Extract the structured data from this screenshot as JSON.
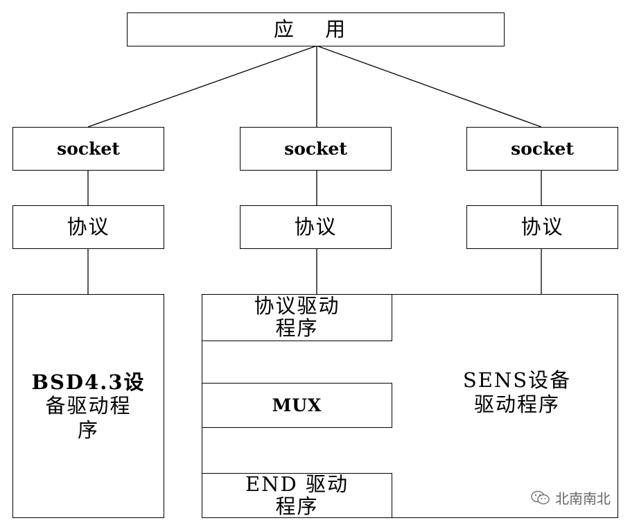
{
  "app": {
    "label": "应 用"
  },
  "stacks": [
    {
      "socket": "socket",
      "protocol": "协议"
    },
    {
      "socket": "socket",
      "protocol": "协议"
    },
    {
      "socket": "socket",
      "protocol": "协议"
    }
  ],
  "bsd_driver": {
    "line1": "BSD4.3设",
    "line2": "备驱动程",
    "line3": "序"
  },
  "middle": {
    "protocol_driver": {
      "line1": "协议驱动",
      "line2": "程序"
    },
    "mux": "MUX",
    "end_driver": {
      "line1": "END 驱动",
      "line2": "程序"
    }
  },
  "sens_driver": {
    "line1": "SENS设备",
    "line2": "驱动程序"
  },
  "watermark": {
    "text": "北南南北",
    "icon": "wechat-icon"
  }
}
